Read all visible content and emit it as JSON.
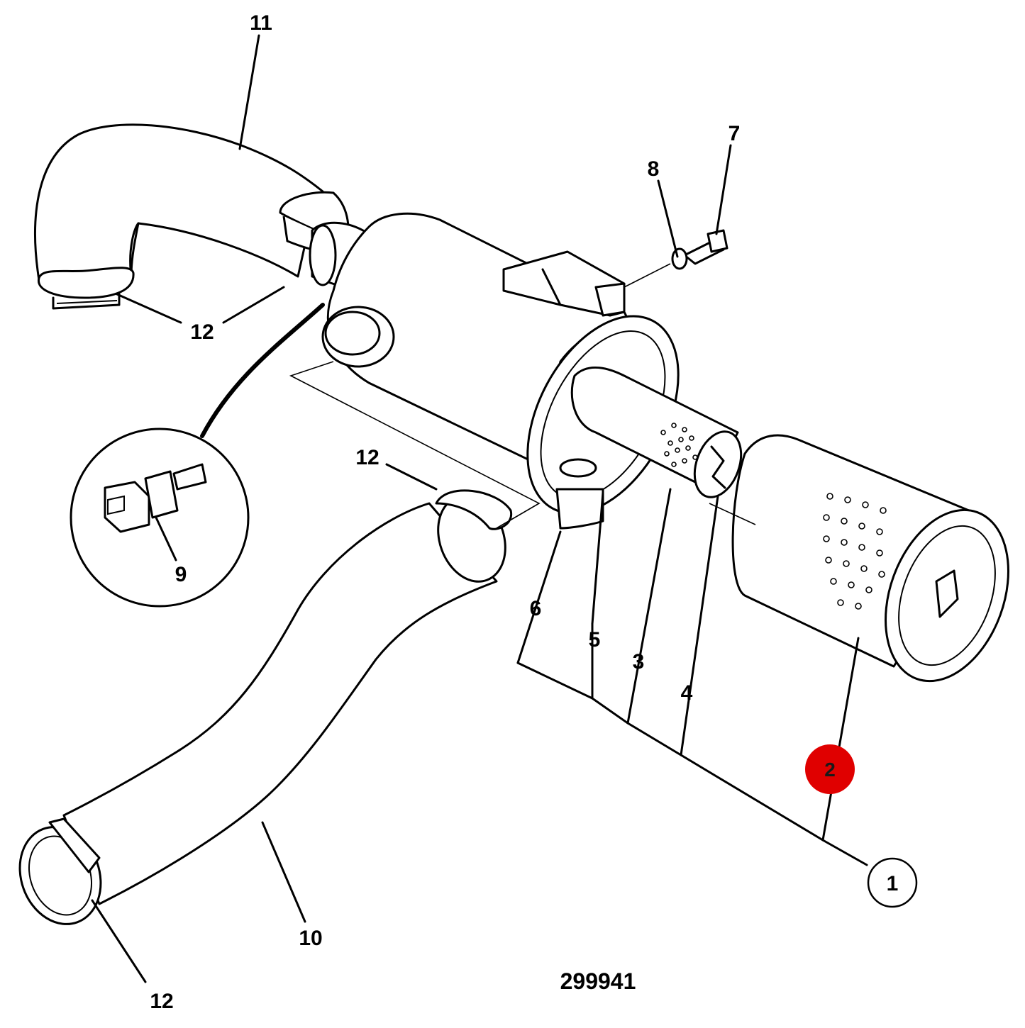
{
  "diagram": {
    "drawing_number": "299941",
    "highlight_color": "#e00000",
    "callouts": [
      {
        "id": "c11",
        "label": "11"
      },
      {
        "id": "c12a",
        "label": "12"
      },
      {
        "id": "c12b",
        "label": "12"
      },
      {
        "id": "c12c",
        "label": "12"
      },
      {
        "id": "c8",
        "label": "8"
      },
      {
        "id": "c7",
        "label": "7"
      },
      {
        "id": "c9",
        "label": "9"
      },
      {
        "id": "c6",
        "label": "6"
      },
      {
        "id": "c5",
        "label": "5"
      },
      {
        "id": "c3",
        "label": "3"
      },
      {
        "id": "c4",
        "label": "4"
      },
      {
        "id": "c10",
        "label": "10"
      },
      {
        "id": "c2",
        "label": "2",
        "highlighted": true
      },
      {
        "id": "c1",
        "label": "1",
        "circled": true
      }
    ]
  }
}
